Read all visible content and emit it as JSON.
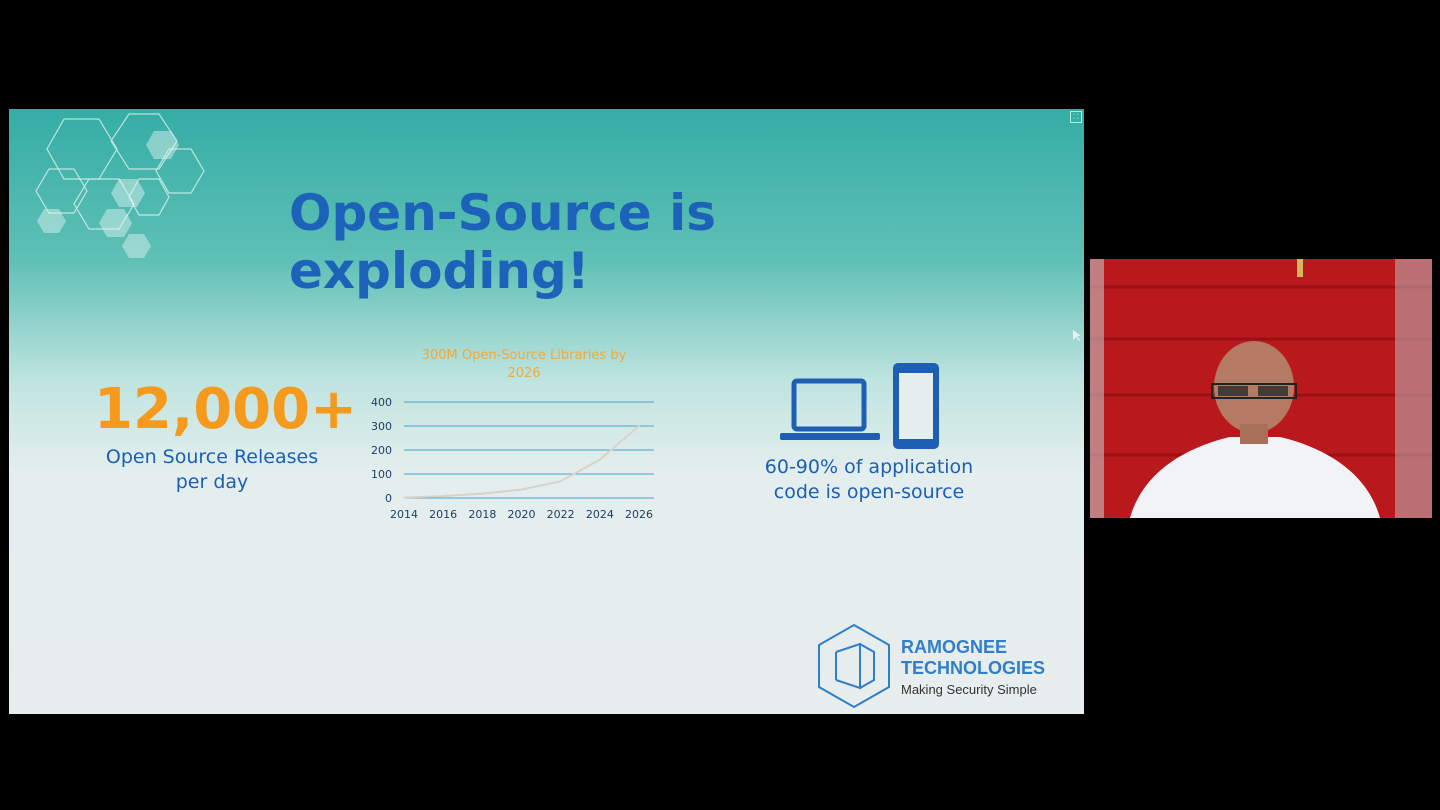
{
  "slide": {
    "title": "Open-Source is exploding!",
    "stat": {
      "value": "12,000+",
      "label_line1": "Open Source Releases",
      "label_line2": "per day"
    },
    "devices": {
      "icons": [
        "laptop-icon",
        "smartphone-icon"
      ],
      "label_line1": "60-90% of application",
      "label_line2": "code is open-source"
    },
    "logo": {
      "name_line1": "RAMOGNEE",
      "name_line2": "TECHNOLOGIES",
      "tagline": "Making Security Simple",
      "icon": "ramognee-hex-logo"
    },
    "colors": {
      "title": "#1b62b8",
      "stat": "#f59a1d",
      "label": "#1d5fb3",
      "chart_title": "#f0a93a"
    }
  },
  "chart_data": {
    "type": "line",
    "title_line1": "300M Open-Source Libraries by",
    "title_line2": "2026",
    "x": [
      2014,
      2016,
      2018,
      2020,
      2022,
      2024,
      2026
    ],
    "series": [
      {
        "values": [
          2,
          8,
          18,
          35,
          70,
          160,
          300
        ]
      }
    ],
    "y_ticks": [
      0,
      100,
      200,
      300,
      400
    ],
    "x_ticks": [
      "2014",
      "2016",
      "2018",
      "2020",
      "2022",
      "2024",
      "2026"
    ],
    "ylim": [
      0,
      400
    ],
    "grid": true
  },
  "webcam": {
    "content": "presenter-video"
  }
}
